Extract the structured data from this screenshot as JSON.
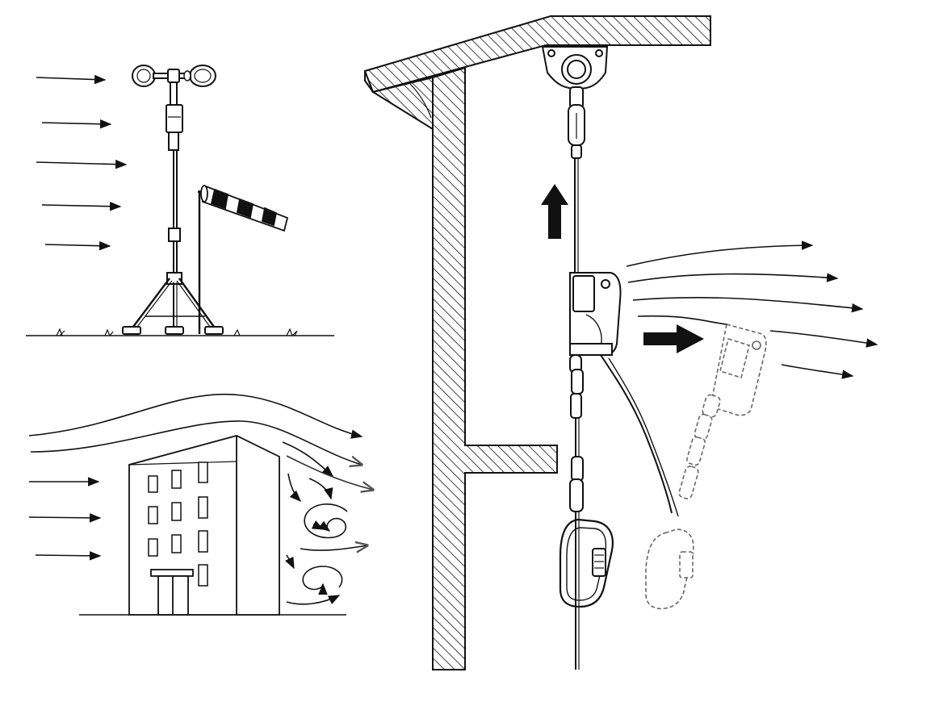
{
  "colors": {
    "ink": "#111111",
    "paper": "#ffffff",
    "ghost": "#8a8a8a"
  },
  "panels": [
    {
      "id": "wind-measurement",
      "elements": [
        "anemometer-mast-icon",
        "windsock-icon",
        "wind-direction-arrows",
        "ground-line"
      ]
    },
    {
      "id": "building-turbulence",
      "elements": [
        "building-icon",
        "airflow-streamlines",
        "turbulence-eddies"
      ]
    },
    {
      "id": "fall-arrest-system",
      "elements": [
        "overhead-beam",
        "vertical-wall",
        "anchor-eyebolt-icon",
        "lifeline-rope",
        "rope-grab-device-icon",
        "lanyard",
        "carabiner-icon",
        "ghost-displaced-device-icon",
        "push-arrow",
        "lift-arrow",
        "wind-arrows"
      ]
    }
  ]
}
